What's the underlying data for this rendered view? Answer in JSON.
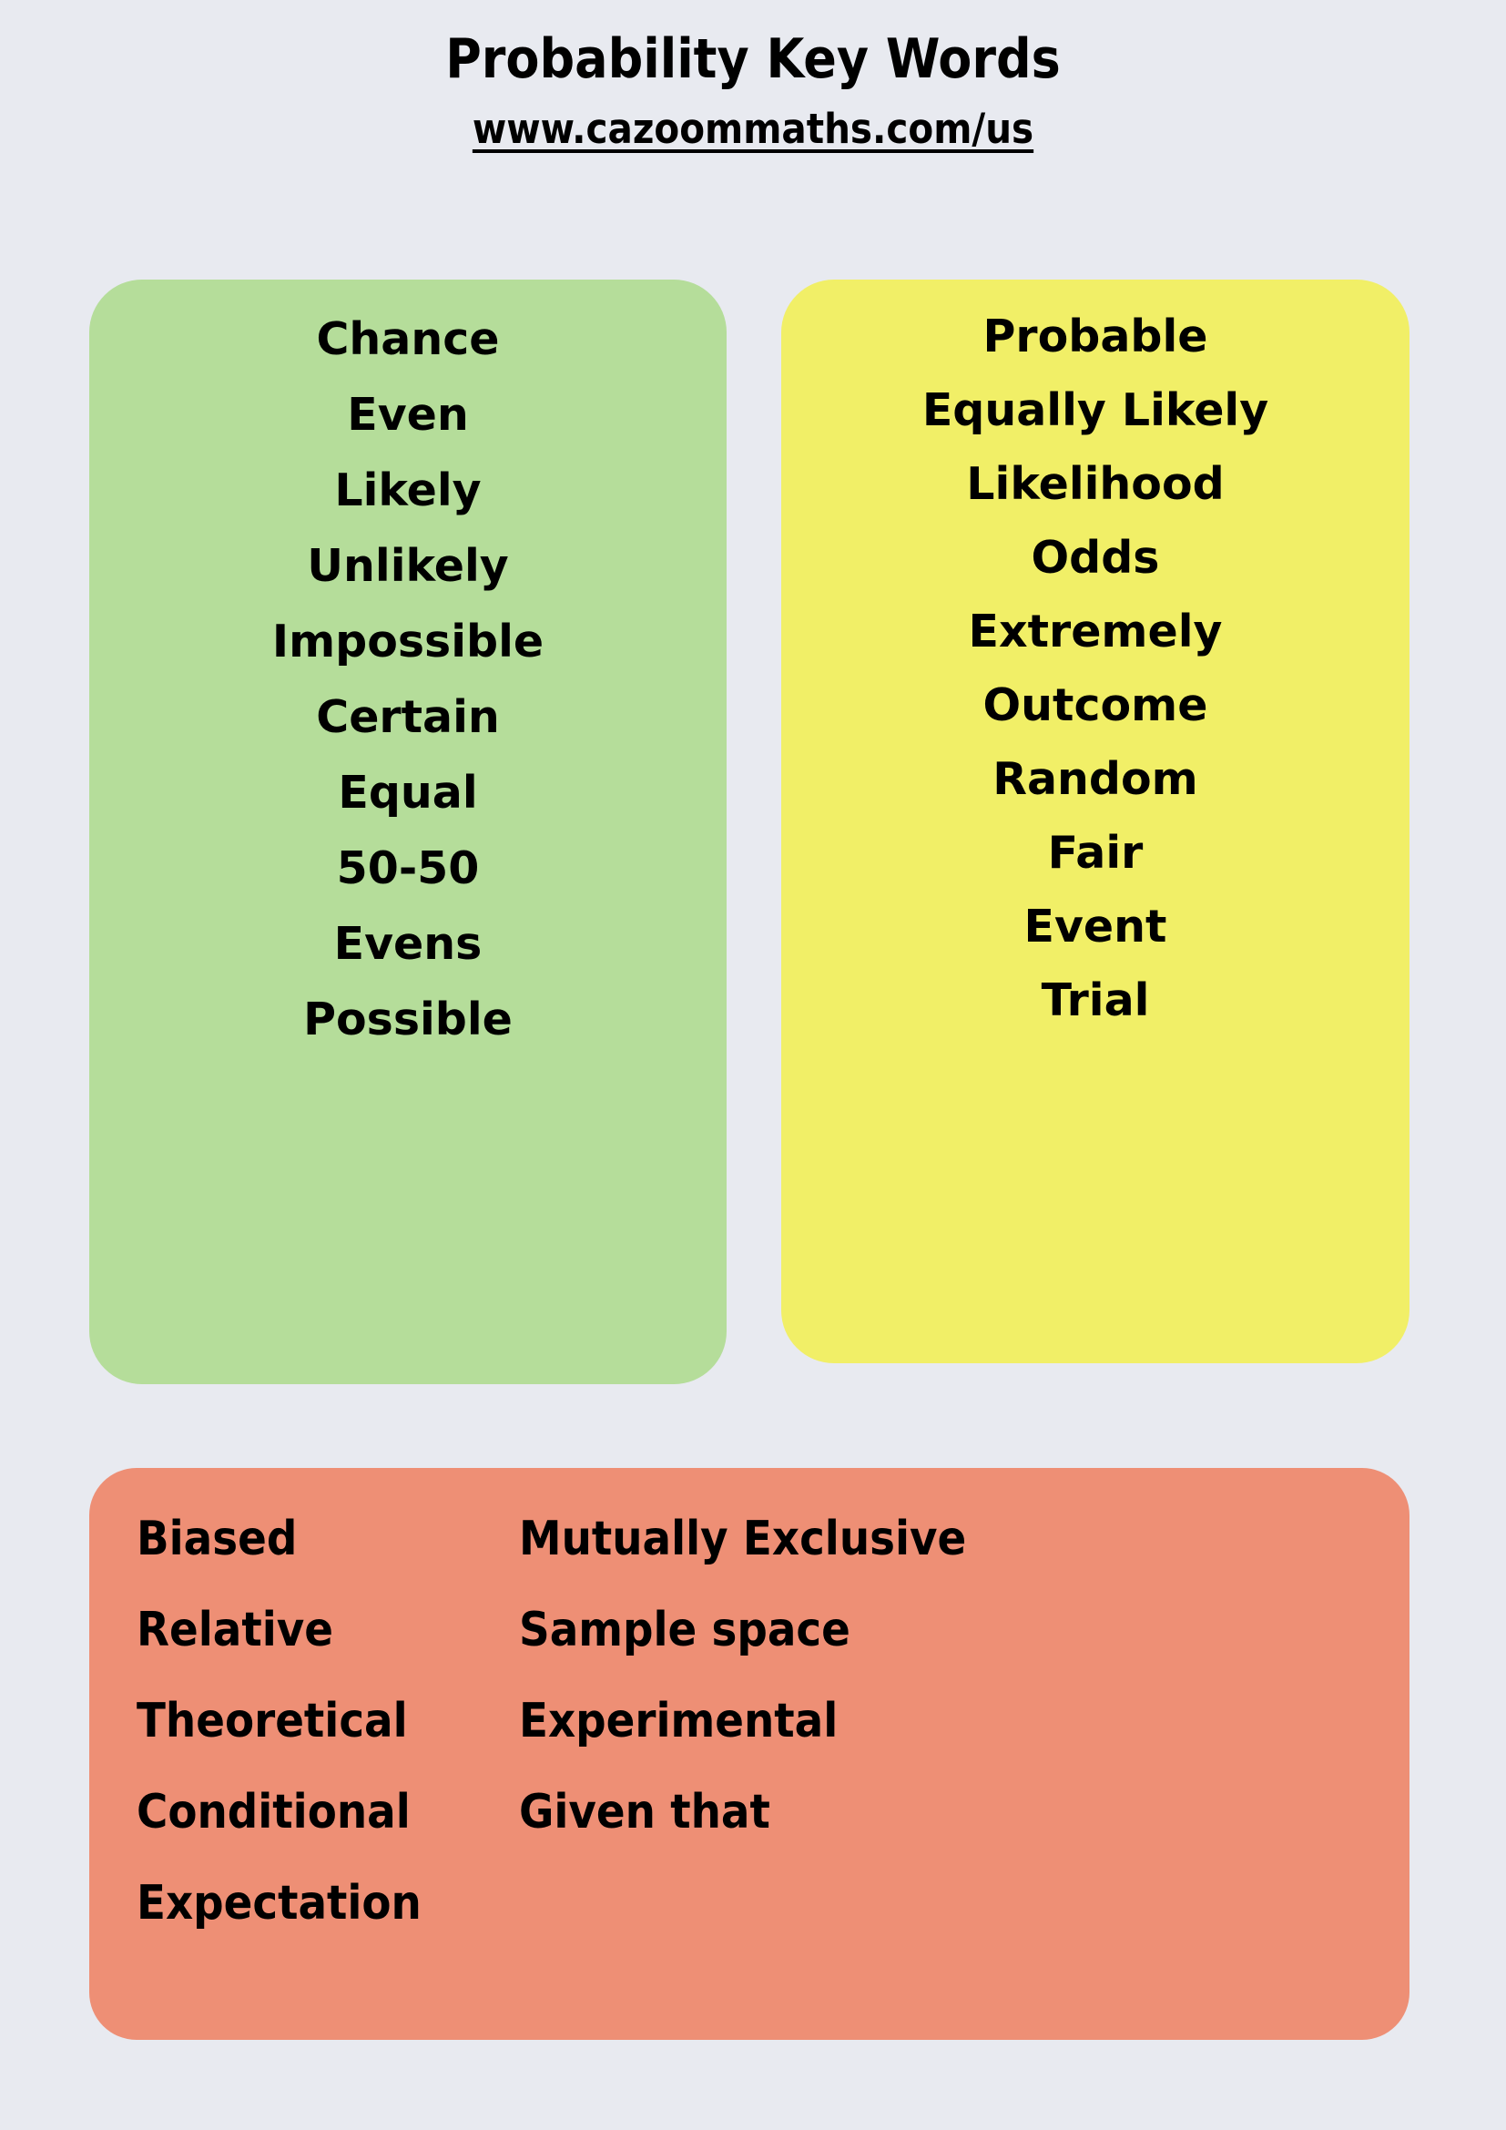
{
  "header": {
    "title": "Probability Key Words",
    "site_url": "www.cazoommaths.com/us"
  },
  "colors": {
    "background": "#e8eaf0",
    "card_green": "#b5dd9a",
    "card_yellow": "#f1ef67",
    "card_orange": "#ee8f75",
    "text": "#000000"
  },
  "cards": {
    "green": {
      "words": [
        "Chance",
        "Even",
        "Likely",
        "Unlikely",
        "Impossible",
        "Certain",
        "Equal",
        "50-50",
        "Evens",
        "Possible"
      ]
    },
    "yellow": {
      "words": [
        "Probable",
        "Equally Likely",
        "Likelihood",
        "Odds",
        "Extremely",
        "Outcome",
        "Random",
        "Fair",
        "Event",
        "Trial"
      ]
    },
    "orange": {
      "left_words": [
        "Biased",
        "Relative",
        "Theoretical",
        "Conditional",
        "Expectation"
      ],
      "right_words": [
        "Mutually Exclusive",
        "Sample space",
        "Experimental",
        "Given that"
      ]
    }
  }
}
